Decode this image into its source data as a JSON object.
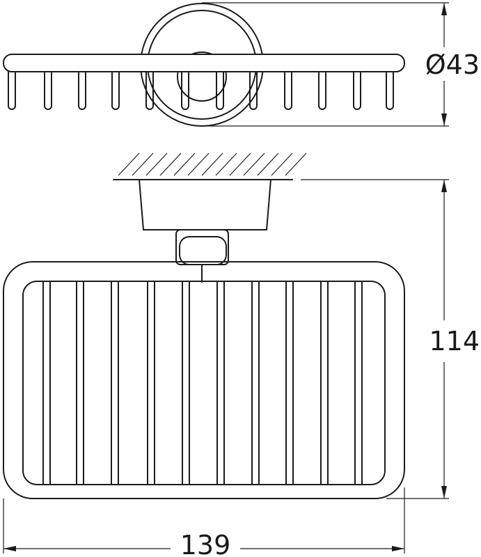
{
  "drawing": {
    "title": "",
    "dimensions": {
      "rosette_diameter": "Ø43",
      "height": "114",
      "width": "139"
    }
  }
}
